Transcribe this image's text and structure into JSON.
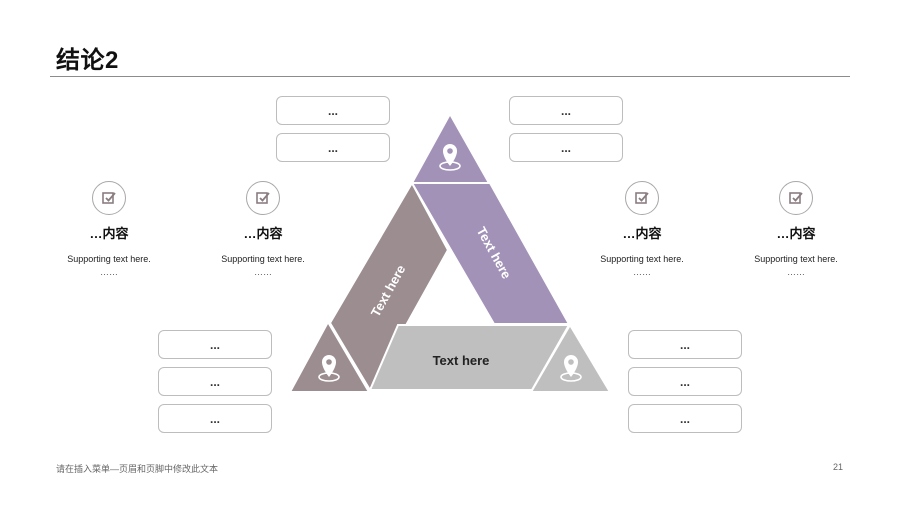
{
  "title": "结论2",
  "top_left_boxes": [
    "...",
    "..."
  ],
  "top_right_boxes": [
    "...",
    "..."
  ],
  "bottom_left_boxes": [
    "...",
    "...",
    "..."
  ],
  "bottom_right_boxes": [
    "...",
    "...",
    "..."
  ],
  "items": [
    {
      "heading": "…内容",
      "text": "Supporting text here.",
      "dots": "……"
    },
    {
      "heading": "…内容",
      "text": "Supporting text here.",
      "dots": "……"
    },
    {
      "heading": "…内容",
      "text": "Supporting text here.",
      "dots": "……"
    },
    {
      "heading": "…内容",
      "text": "Supporting text here.",
      "dots": "……"
    }
  ],
  "triangle": {
    "left_label": "Text here",
    "right_label": "Text here",
    "bottom_label": "Text here",
    "colors": {
      "left": "#9b8d90",
      "right": "#a292b8",
      "bottom": "#bfbfbf",
      "corner_top": "#a292b8",
      "corner_left": "#9b8d90",
      "corner_right": "#bfbfbf"
    }
  },
  "footer": {
    "text": "请在插入菜单—页眉和页脚中修改此文本",
    "page": "21"
  }
}
